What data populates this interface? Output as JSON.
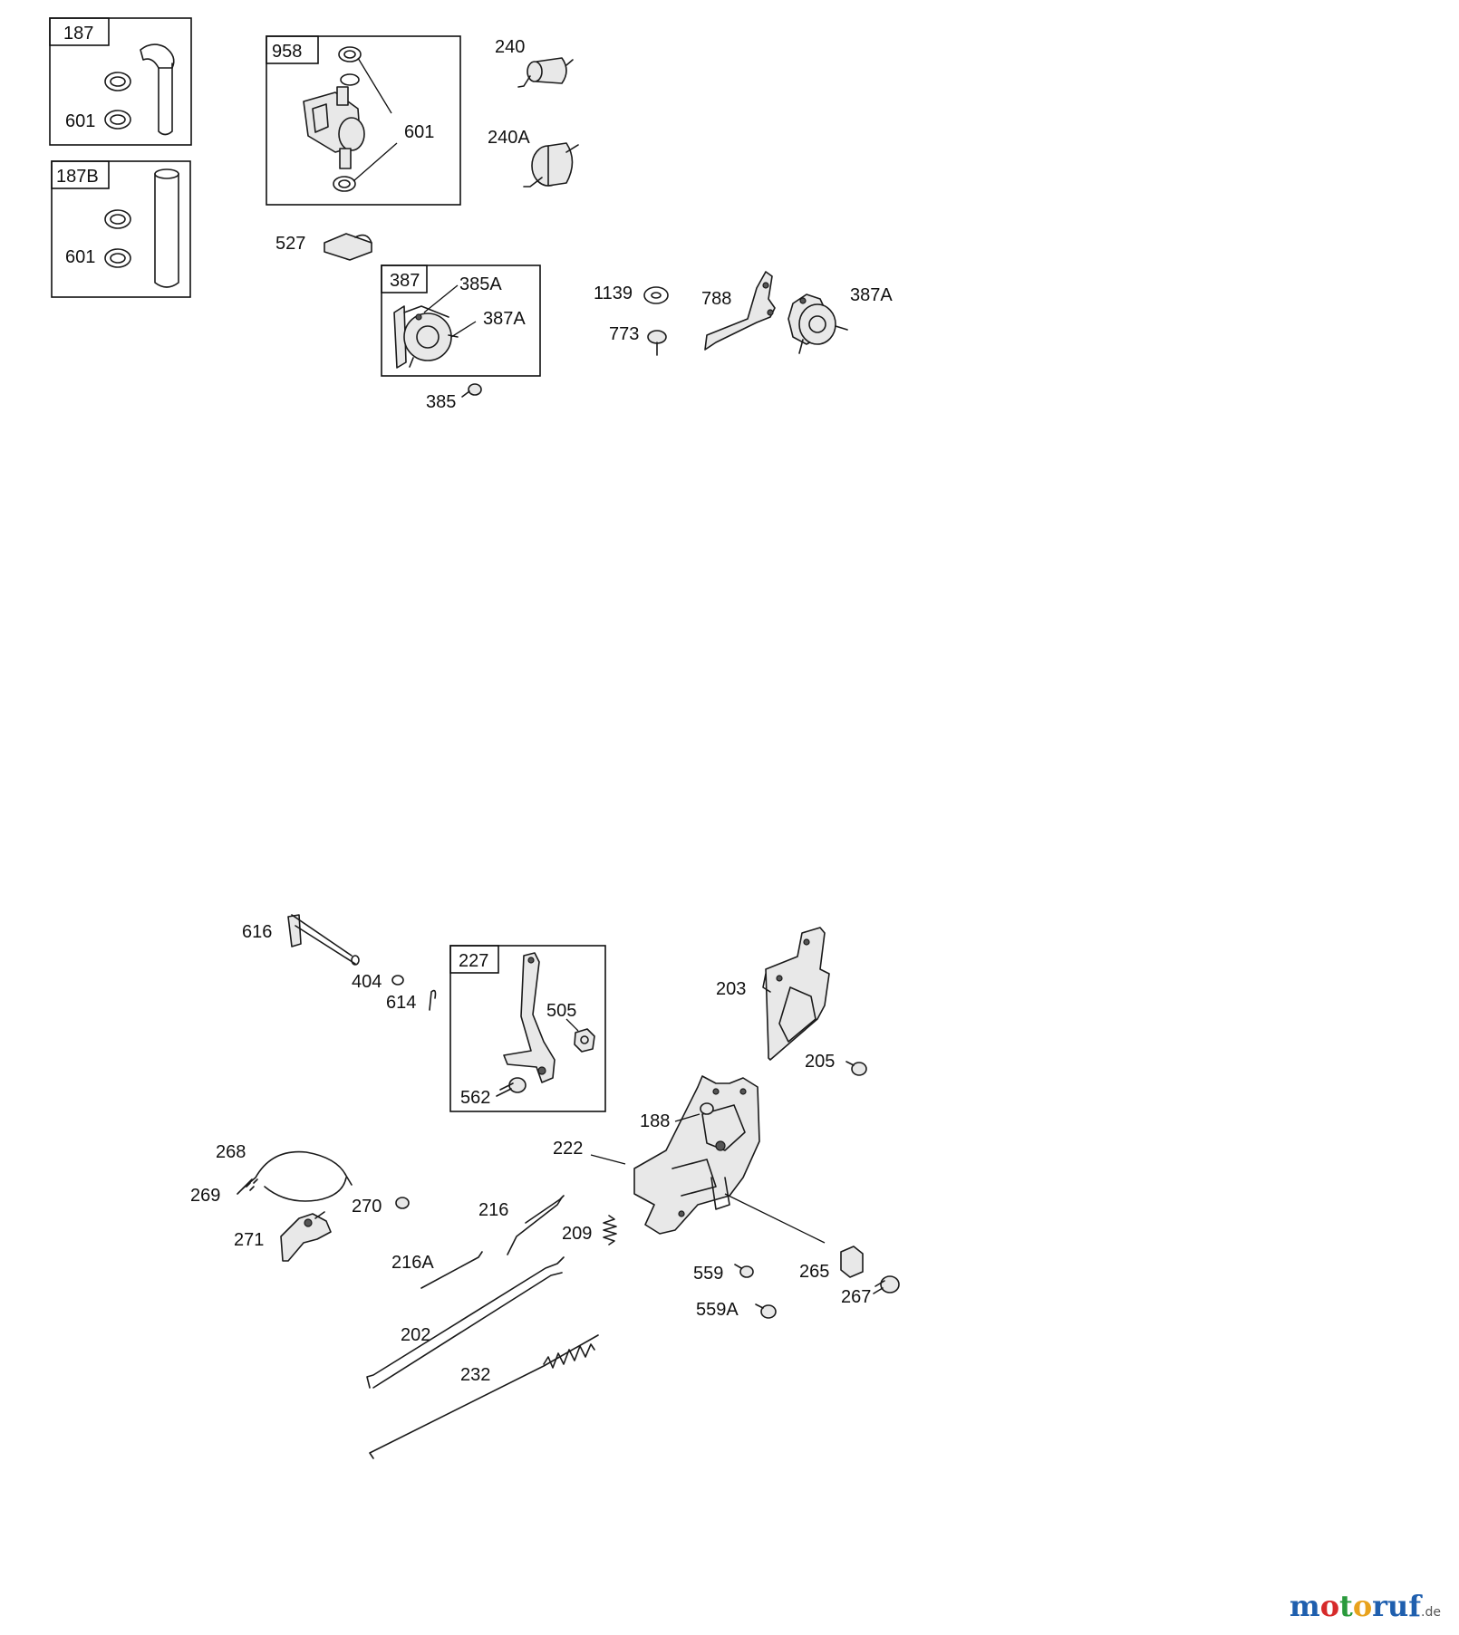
{
  "diagram": {
    "box_labels": [
      "187",
      "187B",
      "958",
      "387",
      "227"
    ],
    "part_labels": [
      "601",
      "601",
      "601",
      "240",
      "240A",
      "527",
      "385A",
      "387A",
      "385",
      "1139",
      "773",
      "788",
      "387A",
      "616",
      "404",
      "614",
      "505",
      "562",
      "203",
      "205",
      "188",
      "222",
      "268",
      "269",
      "270",
      "271",
      "216",
      "216A",
      "209",
      "559",
      "559A",
      "265",
      "267",
      "202",
      "232"
    ]
  },
  "watermark": {
    "parts": [
      "m",
      "o",
      "t",
      "o",
      "ruf"
    ],
    "tld": ".de"
  },
  "colors": {
    "line": "#1a1a1a",
    "watermark_blue": "#1f5fae",
    "watermark_red": "#d62a2a",
    "watermark_green": "#2a9a3c",
    "watermark_orange": "#e8a21c"
  }
}
